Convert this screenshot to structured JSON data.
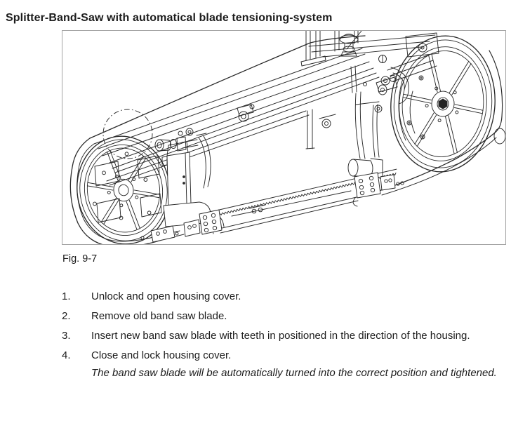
{
  "page_title": "Splitter-Band-Saw with automatical blade tensioning-system",
  "figure": {
    "caption": "Fig. 9-7",
    "drawing": "band-saw-technical-line-drawing"
  },
  "steps": [
    {
      "num": "1.",
      "text": "Unlock and open housing cover."
    },
    {
      "num": "2.",
      "text": "Remove old band saw blade."
    },
    {
      "num": "3.",
      "text": "Insert new band saw blade with teeth in positioned in the direction of the housing."
    },
    {
      "num": "4.",
      "text": "Close and lock housing cover.",
      "note": "The band saw blade will be automatically turned into the correct position and tightened."
    }
  ],
  "colors": {
    "text": "#1c1c1c",
    "line_art": "#2a2a2a",
    "frame_border": "#a3a3a3",
    "background": "#ffffff"
  }
}
